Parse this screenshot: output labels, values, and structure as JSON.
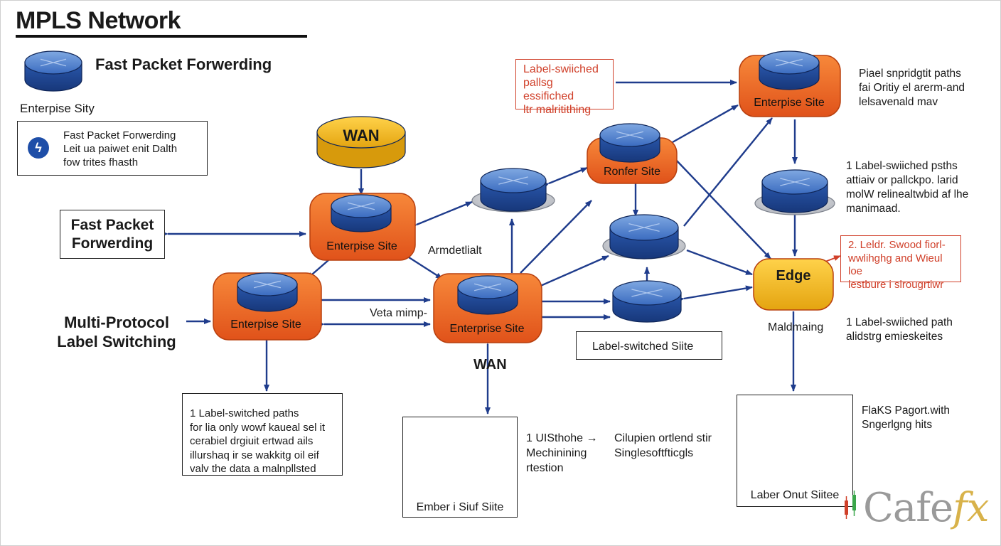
{
  "title": "MPLS Network",
  "legend": {
    "router_heading": "Fast Packet Forwerding",
    "router_caption": "Enterpise Sity",
    "info_box_text": "Fast Packet Forwerding\nLeit ua paiwet enit Dalth\nfow trites fhasth"
  },
  "left_labels": {
    "fast_packet": "Fast Packet\nForwerding",
    "mpls": "Multi-Protocol\nLabel Switching"
  },
  "nodes": {
    "wan_top": "WAN",
    "enterprise_upper": "Enterpise Site",
    "enterprise_left": "Enterpise Site",
    "enterprise_center": "Enterprise Site",
    "router_site": "Ronfer Site",
    "enterprise_topright": "Enterpise Site",
    "edge": "Edge"
  },
  "annotations": {
    "armdetlialt": "Armdetlialt",
    "veta_mimp": "Veta mimp-",
    "wan_bottom": "WAN",
    "label_switched_site": "Label-switched Siite",
    "maldmaing": "Maldmaing",
    "ember_site": "Ember  i Siuf Siite",
    "label_onut_site": "Laber Onut Siitee",
    "uisthohe": "1 UISthohe →\nMechinining\nrtestion",
    "cilupien": "Cilupien ortlend stir\nSinglesoftfticgls"
  },
  "boxes": {
    "bottom_left": "1 Label-switched paths\nfor lia only wowf kaueal sel it\ncerabiel drgiuit ertwad ails\nillurshaq ir se wakkitg oil eif\nvalv the data a malnpllsted",
    "red_top": "Label-swiiched\npallsg essifiched\nltr malritithing",
    "red_right": "2. Leldr. Swood fiorl-\nwwlihghg and Wieul loe\nlestbure i slrougrtiwr"
  },
  "right_notes": {
    "note1": "Piael snpridgtit paths\nfai Oritiy el arerm-and\nlelsavenald mav",
    "note2": "1 Label-swiiched psths\nattiaiv or pallckpo. larid\nmolW relinealtwbid af lhe\nmanimaad.",
    "note3": "1 Label-swiiched path\nalidstrg emieskeites",
    "note4": "FlaKS Pagort.with\nSngerlgng hits"
  },
  "watermark": {
    "main": "Cafe",
    "accent": "fx"
  },
  "colors": {
    "router_blue": "#2b5fb4",
    "site_orange": "#ee6a22",
    "wan_yellow": "#f2b81c",
    "arrow_navy": "#1f3c8c",
    "callout_red": "#d0402a"
  }
}
